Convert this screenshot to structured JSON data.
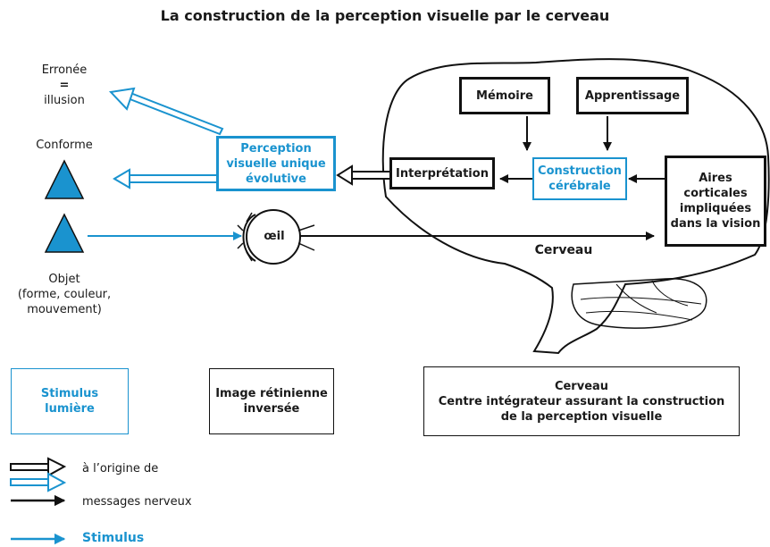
{
  "title": "La construction de la perception visuelle par le cerveau",
  "colors": {
    "blue": "#1a93cf",
    "dark": "#111111"
  },
  "percepts": {
    "erronee": "Erronée",
    "equals": "=",
    "illusion": "illusion",
    "conforme": "Conforme"
  },
  "objet": {
    "line1": "Objet",
    "line2": "(forme, couleur,",
    "line3": "mouvement)"
  },
  "perception_box": {
    "line1": "Perception",
    "line2": "visuelle unique",
    "line3": "évolutive"
  },
  "oeil": "œil",
  "brain_boxes": {
    "interpretation": "Interprétation",
    "memoire": "Mémoire",
    "apprentissage": "Apprentissage",
    "construction_1": "Construction",
    "construction_2": "cérébrale",
    "aires_1": "Aires",
    "aires_2": "corticales",
    "aires_3": "impliquées",
    "aires_4": "dans la vision"
  },
  "brain_label": "Cerveau",
  "legend_boxes": {
    "stimulus_1": "Stimulus",
    "stimulus_2": "lumière",
    "image_1": "Image rétinienne",
    "image_2": "inversée",
    "cerveau_title": "Cerveau",
    "cerveau_1": "Centre intégrateur assurant la construction",
    "cerveau_2": "de la perception visuelle"
  },
  "legend": {
    "origine": "à l’origine de",
    "messages": "messages nerveux",
    "stimulus": "Stimulus"
  }
}
